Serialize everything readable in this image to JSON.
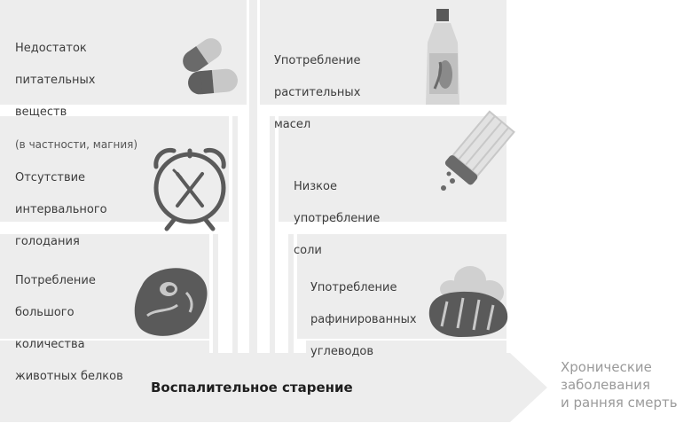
{
  "left_factors": [
    {
      "lines": [
        "Недостаток",
        "питательных",
        "веществ"
      ],
      "sub": "(в частности, магния)",
      "icon": "pills-icon"
    },
    {
      "lines": [
        "Отсутствие",
        "интервального",
        "голодания"
      ],
      "icon": "alarm-clock-icon"
    },
    {
      "lines": [
        "Потребление",
        "большого",
        "количества",
        "животных белков"
      ],
      "icon": "steak-icon"
    }
  ],
  "right_factors": [
    {
      "lines": [
        "Употребление",
        "растительных",
        "масел"
      ],
      "icon": "oil-bottle-icon"
    },
    {
      "lines": [
        "Низкое",
        "употребление",
        "соли"
      ],
      "icon": "salt-shaker-icon"
    },
    {
      "lines": [
        "Употребление",
        "рафинированных",
        "углеводов"
      ],
      "icon": "bread-icon"
    }
  ],
  "arrow_label": "Воспалительное старение",
  "outcome_lines": [
    "Хронические",
    "заболевания",
    "и ранняя смерть"
  ],
  "colors": {
    "panel": "#ededed",
    "icon_fill": "#5a5a5a",
    "icon_light": "#c8c8c8",
    "outcome": "#9a9a9a"
  }
}
